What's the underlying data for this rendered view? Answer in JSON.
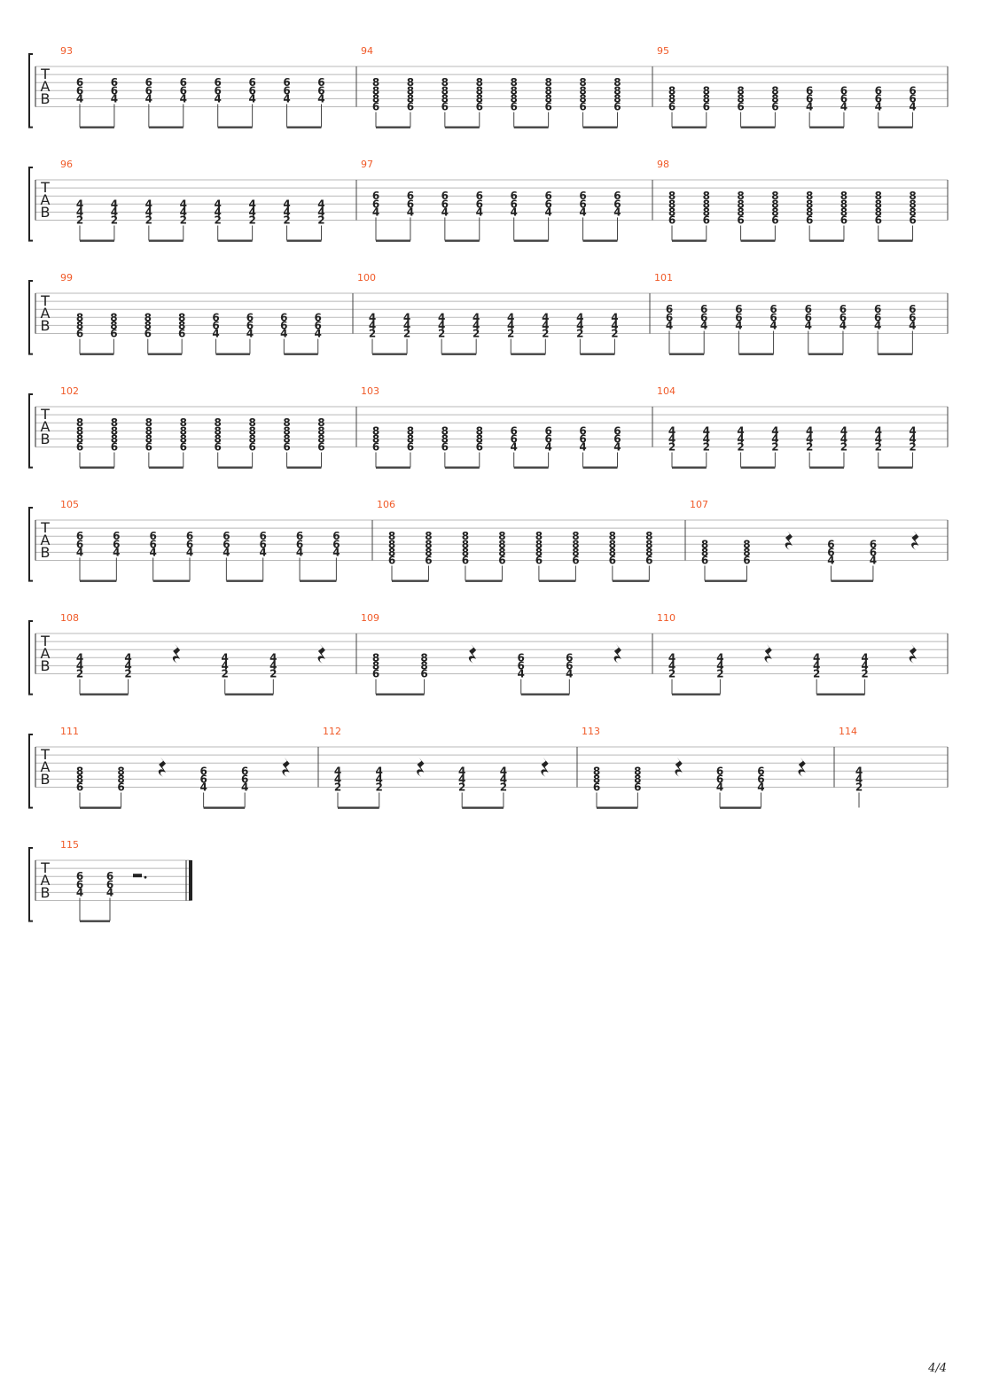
{
  "page": {
    "number": "4/4"
  },
  "tab_letters": [
    "T",
    "A",
    "B"
  ],
  "systems": [
    {
      "measures": [
        {
          "num": "93",
          "chords": [
            [
              6,
              6,
              4
            ],
            [
              6,
              6,
              4
            ],
            [
              6,
              6,
              4
            ],
            [
              6,
              6,
              4
            ],
            [
              6,
              6,
              4
            ],
            [
              6,
              6,
              4
            ],
            [
              6,
              6,
              4
            ],
            [
              6,
              6,
              4
            ]
          ]
        },
        {
          "num": "94",
          "chords": [
            [
              8,
              8,
              8,
              6
            ],
            [
              8,
              8,
              8,
              6
            ],
            [
              8,
              8,
              8,
              6
            ],
            [
              8,
              8,
              8,
              6
            ],
            [
              8,
              8,
              8,
              6
            ],
            [
              8,
              8,
              8,
              6
            ],
            [
              8,
              8,
              8,
              6
            ],
            [
              8,
              8,
              8,
              6
            ]
          ]
        },
        {
          "num": "95",
          "chords": [
            [
              8,
              8,
              6
            ],
            [
              8,
              8,
              6
            ],
            [
              8,
              8,
              6
            ],
            [
              8,
              8,
              6
            ],
            [
              6,
              6,
              4
            ],
            [
              6,
              6,
              4
            ],
            [
              6,
              6,
              4
            ],
            [
              6,
              6,
              4
            ]
          ]
        }
      ]
    },
    {
      "measures": [
        {
          "num": "96",
          "chords": [
            [
              4,
              4,
              2
            ],
            [
              4,
              4,
              2
            ],
            [
              4,
              4,
              2
            ],
            [
              4,
              4,
              2
            ],
            [
              4,
              4,
              2
            ],
            [
              4,
              4,
              2
            ],
            [
              4,
              4,
              2
            ],
            [
              4,
              4,
              2
            ]
          ]
        },
        {
          "num": "97",
          "chords": [
            [
              6,
              6,
              4
            ],
            [
              6,
              6,
              4
            ],
            [
              6,
              6,
              4
            ],
            [
              6,
              6,
              4
            ],
            [
              6,
              6,
              4
            ],
            [
              6,
              6,
              4
            ],
            [
              6,
              6,
              4
            ],
            [
              6,
              6,
              4
            ]
          ]
        },
        {
          "num": "98",
          "chords": [
            [
              8,
              8,
              8,
              6
            ],
            [
              8,
              8,
              8,
              6
            ],
            [
              8,
              8,
              8,
              6
            ],
            [
              8,
              8,
              8,
              6
            ],
            [
              8,
              8,
              8,
              6
            ],
            [
              8,
              8,
              8,
              6
            ],
            [
              8,
              8,
              8,
              6
            ],
            [
              8,
              8,
              8,
              6
            ]
          ]
        }
      ]
    },
    {
      "measures": [
        {
          "num": "99",
          "chords": [
            [
              8,
              8,
              6
            ],
            [
              8,
              8,
              6
            ],
            [
              8,
              8,
              6
            ],
            [
              8,
              8,
              6
            ],
            [
              6,
              6,
              4
            ],
            [
              6,
              6,
              4
            ],
            [
              6,
              6,
              4
            ],
            [
              6,
              6,
              4
            ]
          ]
        },
        {
          "num": "100",
          "chords": [
            [
              4,
              4,
              2
            ],
            [
              4,
              4,
              2
            ],
            [
              4,
              4,
              2
            ],
            [
              4,
              4,
              2
            ],
            [
              4,
              4,
              2
            ],
            [
              4,
              4,
              2
            ],
            [
              4,
              4,
              2
            ],
            [
              4,
              4,
              2
            ]
          ]
        },
        {
          "num": "101",
          "chords": [
            [
              6,
              6,
              4
            ],
            [
              6,
              6,
              4
            ],
            [
              6,
              6,
              4
            ],
            [
              6,
              6,
              4
            ],
            [
              6,
              6,
              4
            ],
            [
              6,
              6,
              4
            ],
            [
              6,
              6,
              4
            ],
            [
              6,
              6,
              4
            ]
          ]
        }
      ]
    },
    {
      "measures": [
        {
          "num": "102",
          "chords": [
            [
              8,
              8,
              8,
              6
            ],
            [
              8,
              8,
              8,
              6
            ],
            [
              8,
              8,
              8,
              6
            ],
            [
              8,
              8,
              8,
              6
            ],
            [
              8,
              8,
              8,
              6
            ],
            [
              8,
              8,
              8,
              6
            ],
            [
              8,
              8,
              8,
              6
            ],
            [
              8,
              8,
              8,
              6
            ]
          ]
        },
        {
          "num": "103",
          "chords": [
            [
              8,
              8,
              6
            ],
            [
              8,
              8,
              6
            ],
            [
              8,
              8,
              6
            ],
            [
              8,
              8,
              6
            ],
            [
              6,
              6,
              4
            ],
            [
              6,
              6,
              4
            ],
            [
              6,
              6,
              4
            ],
            [
              6,
              6,
              4
            ]
          ]
        },
        {
          "num": "104",
          "chords": [
            [
              4,
              4,
              2
            ],
            [
              4,
              4,
              2
            ],
            [
              4,
              4,
              2
            ],
            [
              4,
              4,
              2
            ],
            [
              4,
              4,
              2
            ],
            [
              4,
              4,
              2
            ],
            [
              4,
              4,
              2
            ],
            [
              4,
              4,
              2
            ]
          ]
        }
      ]
    },
    {
      "measures": [
        {
          "num": "105",
          "chords": [
            [
              6,
              6,
              4
            ],
            [
              6,
              6,
              4
            ],
            [
              6,
              6,
              4
            ],
            [
              6,
              6,
              4
            ],
            [
              6,
              6,
              4
            ],
            [
              6,
              6,
              4
            ],
            [
              6,
              6,
              4
            ],
            [
              6,
              6,
              4
            ]
          ]
        },
        {
          "num": "106",
          "chords": [
            [
              8,
              8,
              8,
              6
            ],
            [
              8,
              8,
              8,
              6
            ],
            [
              8,
              8,
              8,
              6
            ],
            [
              8,
              8,
              8,
              6
            ],
            [
              8,
              8,
              8,
              6
            ],
            [
              8,
              8,
              8,
              6
            ],
            [
              8,
              8,
              8,
              6
            ],
            [
              8,
              8,
              8,
              6
            ]
          ]
        },
        {
          "num": "107",
          "chords": [
            [
              8,
              8,
              6
            ],
            [
              8,
              8,
              6
            ],
            "rest",
            [
              6,
              6,
              4
            ],
            [
              6,
              6,
              4
            ],
            "rest"
          ]
        }
      ]
    },
    {
      "measures": [
        {
          "num": "108",
          "chords": [
            [
              4,
              4,
              2
            ],
            [
              4,
              4,
              2
            ],
            "rest",
            [
              4,
              4,
              2
            ],
            [
              4,
              4,
              2
            ],
            "rest"
          ]
        },
        {
          "num": "109",
          "chords": [
            [
              8,
              8,
              6
            ],
            [
              8,
              8,
              6
            ],
            "rest",
            [
              6,
              6,
              4
            ],
            [
              6,
              6,
              4
            ],
            "rest"
          ]
        },
        {
          "num": "110",
          "chords": [
            [
              4,
              4,
              2
            ],
            [
              4,
              4,
              2
            ],
            "rest",
            [
              4,
              4,
              2
            ],
            [
              4,
              4,
              2
            ],
            "rest"
          ]
        }
      ]
    },
    {
      "measures": [
        {
          "num": "111",
          "chords": [
            [
              8,
              8,
              6
            ],
            [
              8,
              8,
              6
            ],
            "rest",
            [
              6,
              6,
              4
            ],
            [
              6,
              6,
              4
            ],
            "rest"
          ]
        },
        {
          "num": "112",
          "chords": [
            [
              4,
              4,
              2
            ],
            [
              4,
              4,
              2
            ],
            "rest",
            [
              4,
              4,
              2
            ],
            [
              4,
              4,
              2
            ],
            "rest"
          ]
        },
        {
          "num": "113",
          "chords": [
            [
              8,
              8,
              6
            ],
            [
              8,
              8,
              6
            ],
            "rest",
            [
              6,
              6,
              4
            ],
            [
              6,
              6,
              4
            ],
            "rest"
          ]
        },
        {
          "num": "114",
          "chords": [
            [
              4,
              4,
              2
            ]
          ]
        }
      ]
    },
    {
      "measures": [
        {
          "num": "115",
          "chords": [
            [
              6,
              6,
              4
            ],
            [
              6,
              6,
              4
            ],
            "halfrest"
          ]
        }
      ]
    }
  ]
}
